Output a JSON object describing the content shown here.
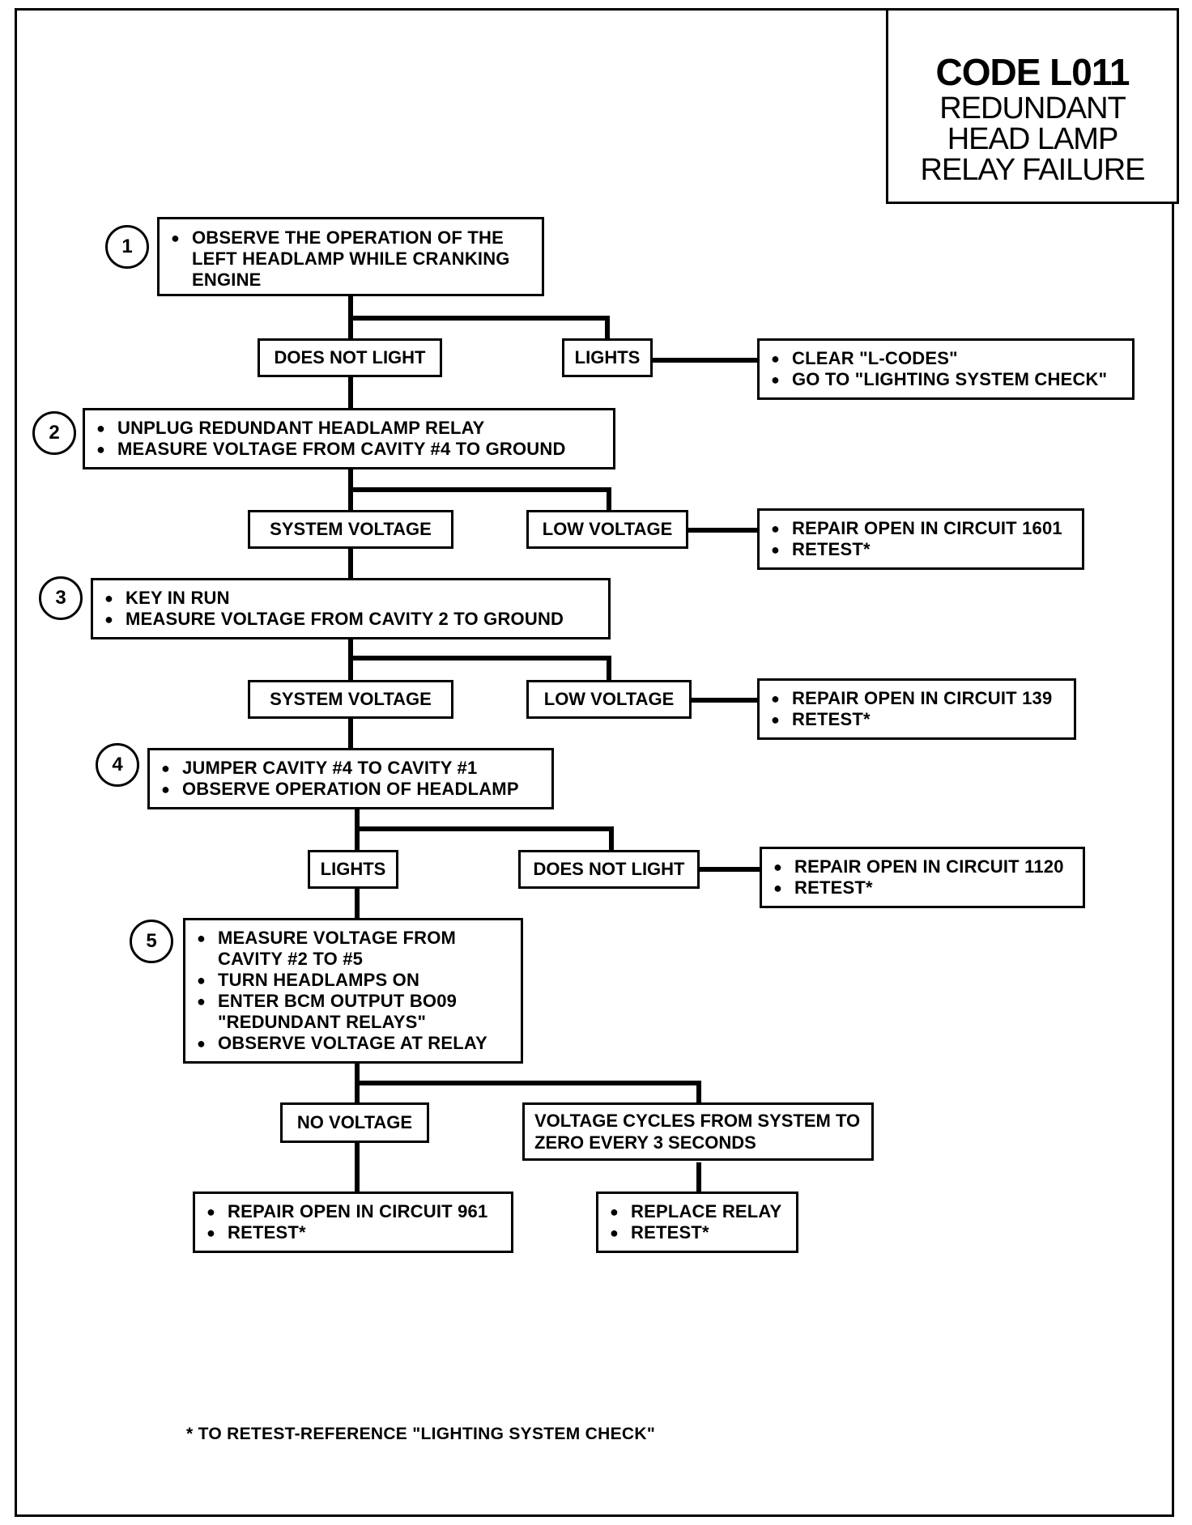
{
  "title": {
    "code": "CODE L011",
    "lines": [
      "REDUNDANT",
      "HEAD LAMP",
      "RELAY FAILURE"
    ]
  },
  "steps": [
    {
      "number": "1",
      "items": [
        "OBSERVE THE OPERATION OF THE LEFT HEADLAMP WHILE CRANKING ENGINE"
      ]
    },
    {
      "number": "2",
      "items": [
        "UNPLUG REDUNDANT HEADLAMP RELAY",
        "MEASURE VOLTAGE FROM CAVITY #4 TO GROUND"
      ]
    },
    {
      "number": "3",
      "items": [
        "KEY IN RUN",
        "MEASURE VOLTAGE FROM CAVITY 2 TO GROUND"
      ]
    },
    {
      "number": "4",
      "items": [
        "JUMPER CAVITY #4 TO CAVITY  #1",
        "OBSERVE OPERATION OF HEADLAMP"
      ]
    },
    {
      "number": "5",
      "items": [
        "MEASURE VOLTAGE FROM CAVITY #2 TO #5",
        "TURN HEADLAMPS ON",
        "ENTER BCM OUTPUT BO09 \"REDUNDANT RELAYS\"",
        "OBSERVE VOLTAGE AT RELAY"
      ]
    }
  ],
  "branches": {
    "b1_left": "DOES NOT LIGHT",
    "b1_right": "LIGHTS",
    "b2_left": "SYSTEM VOLTAGE",
    "b2_right": "LOW VOLTAGE",
    "b3_left": "SYSTEM VOLTAGE",
    "b3_right": "LOW VOLTAGE",
    "b4_left": "LIGHTS",
    "b4_right": "DOES NOT LIGHT",
    "b5_left": "NO VOLTAGE",
    "b5_right": "VOLTAGE CYCLES FROM SYSTEM TO ZERO EVERY 3 SECONDS"
  },
  "outcomes": {
    "o1": [
      "CLEAR \"L-CODES\"",
      "GO TO \"LIGHTING SYSTEM CHECK\""
    ],
    "o2": [
      "REPAIR OPEN IN CIRCUIT 1601",
      "RETEST*"
    ],
    "o3": [
      "REPAIR OPEN IN CIRCUIT 139",
      "RETEST*"
    ],
    "o4": [
      "REPAIR OPEN IN CIRCUIT 1120",
      "RETEST*"
    ],
    "o5_left": [
      "REPAIR OPEN IN CIRCUIT 961",
      "RETEST*"
    ],
    "o5_right": [
      "REPLACE RELAY",
      "RETEST*"
    ]
  },
  "footnote": "* TO RETEST-REFERENCE \"LIGHTING SYSTEM CHECK\""
}
